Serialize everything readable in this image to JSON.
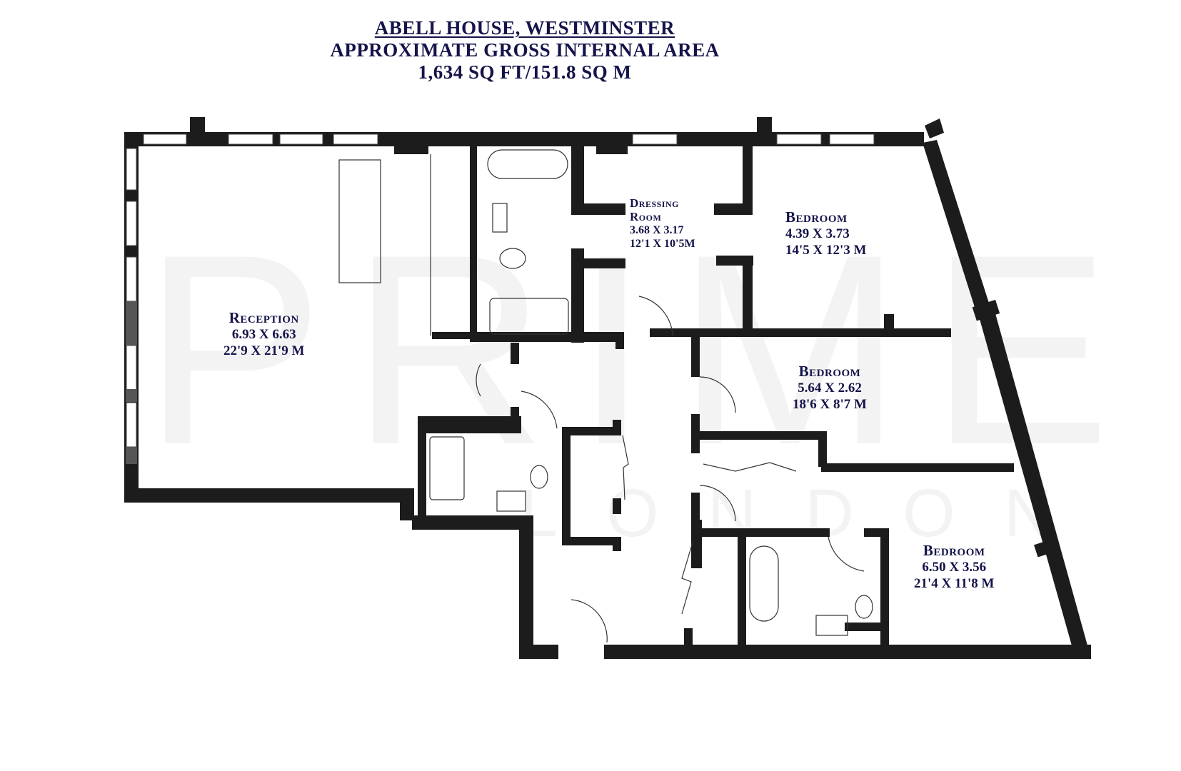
{
  "header": {
    "line1": "ABELL HOUSE, WESTMINSTER",
    "line2": "APPROXIMATE GROSS INTERNAL AREA",
    "line3": "1,634 SQ FT/151.8 SQ M"
  },
  "watermark": {
    "brand": "PRIME",
    "city": "LONDON"
  },
  "colors": {
    "wall": "#1c1c1c",
    "text": "#14144a",
    "watermark": "#f3f3f3"
  },
  "rooms": [
    {
      "name": "Reception",
      "metric": "6.93 X 6.63",
      "imperial": "22'9 X 21'9 M"
    },
    {
      "name": "Dressing",
      "name2": "Room",
      "metric": "3.68 X 3.17",
      "imperial": "12'1 X 10'5M"
    },
    {
      "name": "Bedroom",
      "metric": "4.39 X 3.73",
      "imperial": "14'5 X 12'3 M"
    },
    {
      "name": "Bedroom",
      "metric": "5.64 X 2.62",
      "imperial": "18'6 X 8'7 M"
    },
    {
      "name": "Bedroom",
      "metric": "6.50 X 3.56",
      "imperial": "21'4 X 11'8 M"
    }
  ]
}
